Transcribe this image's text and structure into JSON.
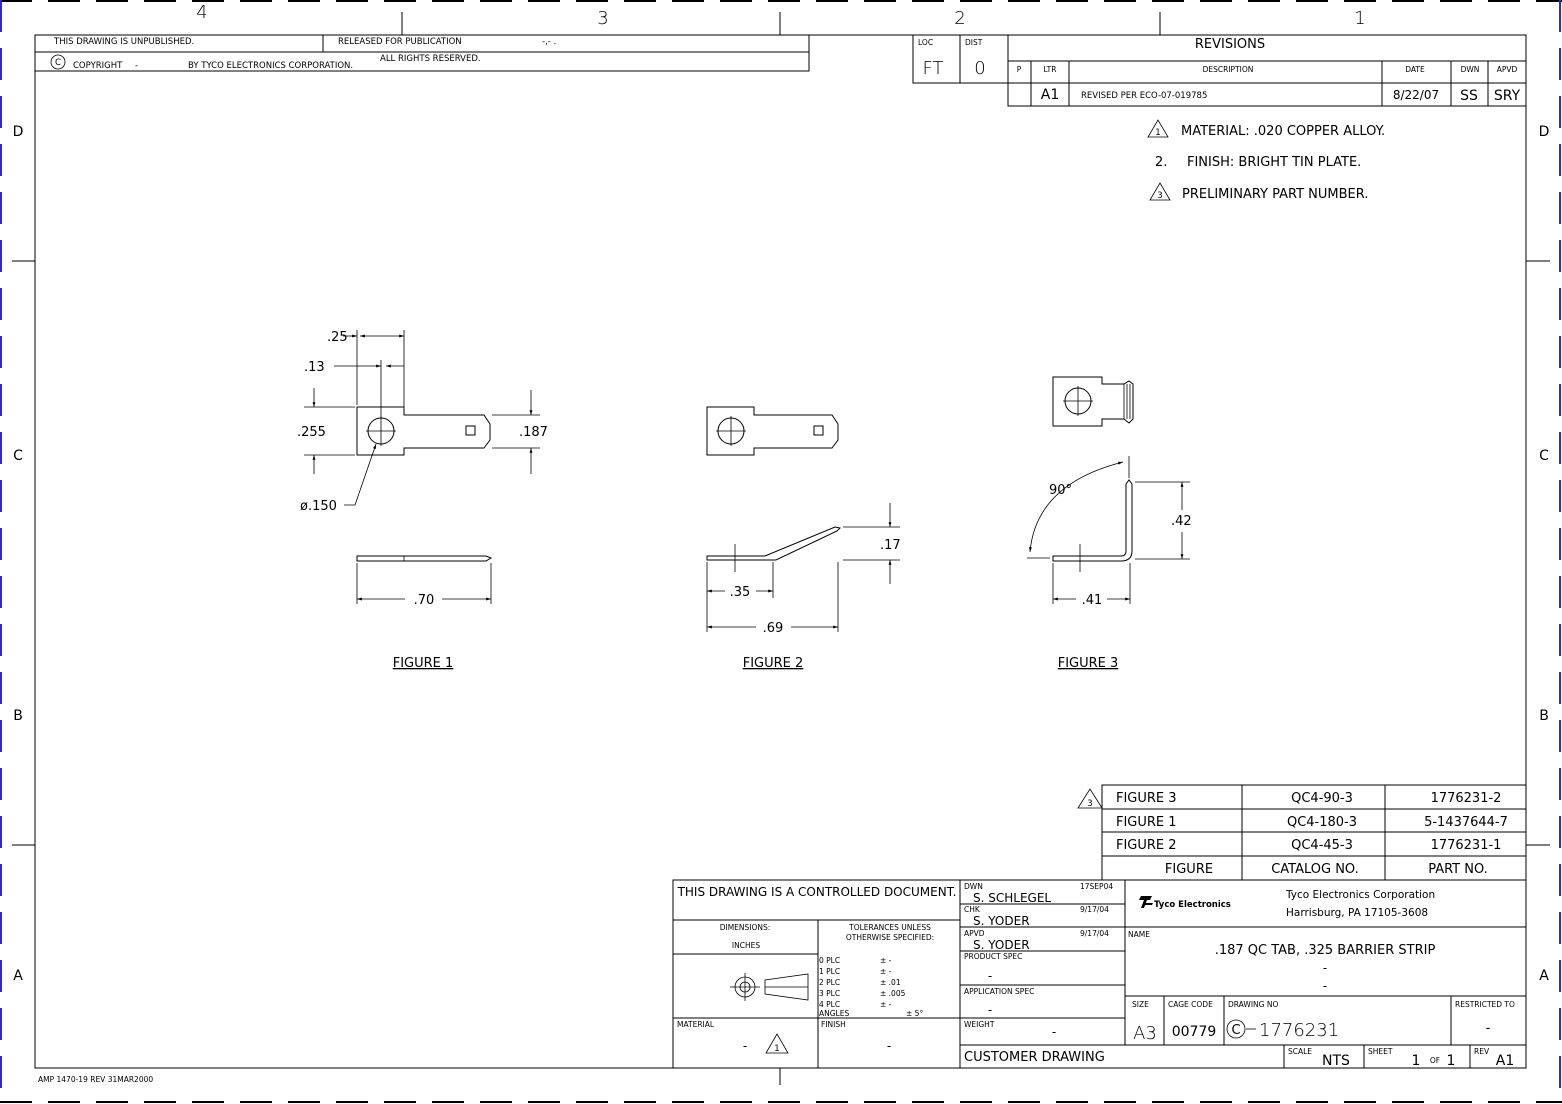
{
  "frame": {
    "top_zones": [
      "4",
      "3",
      "2",
      "1"
    ],
    "side_zones": [
      "D",
      "C",
      "B",
      "A"
    ],
    "form_ref": "AMP 1470-19 REV 31MAR2000"
  },
  "header": {
    "unpublished": "THIS DRAWING IS UNPUBLISHED.",
    "released": "RELEASED FOR PUBLICATION",
    "released_date": "-,-  .",
    "copyright_symbol": "C",
    "copyright": "COPYRIGHT",
    "copyright_dash": "-",
    "by": "BY TYCO ELECTRONICS CORPORATION.",
    "rights": "ALL RIGHTS RESERVED.",
    "loc_label": "LOC",
    "loc_value": "FT",
    "dist_label": "DIST",
    "dist_value": "0"
  },
  "revisions": {
    "title": "REVISIONS",
    "headers": [
      "P",
      "LTR",
      "DESCRIPTION",
      "DATE",
      "DWN",
      "APVD"
    ],
    "row": {
      "ltr": "A1",
      "desc": "REVISED PER ECO-07-019785",
      "date": "8/22/07",
      "dwn": "SS",
      "apvd": "SRY"
    }
  },
  "notes": [
    {
      "marker": "1",
      "text": "MATERIAL: .020 COPPER ALLOY.",
      "flag": true
    },
    {
      "marker": "2.",
      "text": "FINISH: BRIGHT TIN PLATE.",
      "flag": false
    },
    {
      "marker": "3",
      "text": "PRELIMINARY PART NUMBER.",
      "flag": true
    }
  ],
  "figure1": {
    "label": "FIGURE 1",
    "dims": {
      "a": ".25",
      "b": ".13",
      "c": ".255",
      "d": ".187",
      "e": "ø.150",
      "f": ".70"
    }
  },
  "figure2": {
    "label": "FIGURE 2",
    "dims": {
      "a": ".17",
      "b": ".35",
      "c": ".69"
    }
  },
  "figure3": {
    "label": "FIGURE 3",
    "dims": {
      "angle": "90°",
      "h": ".42",
      "w": ".41"
    }
  },
  "parts_table": {
    "flag": "3",
    "rows": [
      {
        "figure": "FIGURE 3",
        "catalog": "QC4-90-3",
        "part": "1776231-2"
      },
      {
        "figure": "FIGURE 1",
        "catalog": "QC4-180-3",
        "part": "5-1437644-7"
      },
      {
        "figure": "FIGURE 2",
        "catalog": "QC4-45-3",
        "part": "1776231-1"
      }
    ],
    "headers": {
      "figure": "FIGURE",
      "catalog": "CATALOG NO.",
      "part": "PART NO."
    }
  },
  "title_block": {
    "controlled": "THIS DRAWING IS A CONTROLLED DOCUMENT.",
    "dimensions_label": "DIMENSIONS:",
    "dimensions_unit": "INCHES",
    "tolerances_title1": "TOLERANCES UNLESS",
    "tolerances_title2": "OTHERWISE SPECIFIED:",
    "tolerances": [
      {
        "plc": "0 PLC",
        "val": "± -"
      },
      {
        "plc": "1 PLC",
        "val": "± -"
      },
      {
        "plc": "2 PLC",
        "val": "± .01"
      },
      {
        "plc": "3 PLC",
        "val": "± .005"
      },
      {
        "plc": "4 PLC",
        "val": "± -"
      }
    ],
    "angles_label": "ANGLES",
    "angles_val": "± 5°",
    "material_label": "MATERIAL",
    "material_value": "-",
    "material_flag": "1",
    "finish_label": "FINISH",
    "finish_value": "-",
    "dwn_label": "DWN",
    "dwn_name": "S. SCHLEGEL",
    "dwn_date": "17SEP04",
    "chk_label": "CHK",
    "chk_name": "S. YODER",
    "chk_date": "9/17/04",
    "apvd_label": "APVD",
    "apvd_name": "S. YODER",
    "apvd_date": "9/17/04",
    "product_spec_label": "PRODUCT SPEC",
    "product_spec_value": "-",
    "application_spec_label": "APPLICATION SPEC",
    "application_spec_value": "-",
    "weight_label": "WEIGHT",
    "weight_value": "-",
    "customer_drawing": "CUSTOMER DRAWING",
    "logo_text": "Tyco Electronics",
    "company": "Tyco Electronics Corporation",
    "address": "Harrisburg, PA 17105-3608",
    "name_label": "NAME",
    "name_value": ".187  QC TAB, .325 BARRIER STRIP",
    "name_line2": "-",
    "name_line3": "-",
    "size_label": "SIZE",
    "size_value": "A3",
    "cage_label": "CAGE CODE",
    "cage_value": "00779",
    "drawing_no_label": "DRAWING NO",
    "drawing_no_prefix": "C",
    "drawing_no": "1776231",
    "restricted_label": "RESTRICTED TO",
    "restricted_value": "-",
    "scale_label": "SCALE",
    "scale_value": "NTS",
    "sheet_label": "SHEET",
    "sheet_value": "1",
    "sheet_of": "OF",
    "sheet_total": "1",
    "rev_label": "REV",
    "rev_value": "A1"
  },
  "colors": {
    "line": "#000000",
    "frame_marks": "#2a2ad8"
  }
}
